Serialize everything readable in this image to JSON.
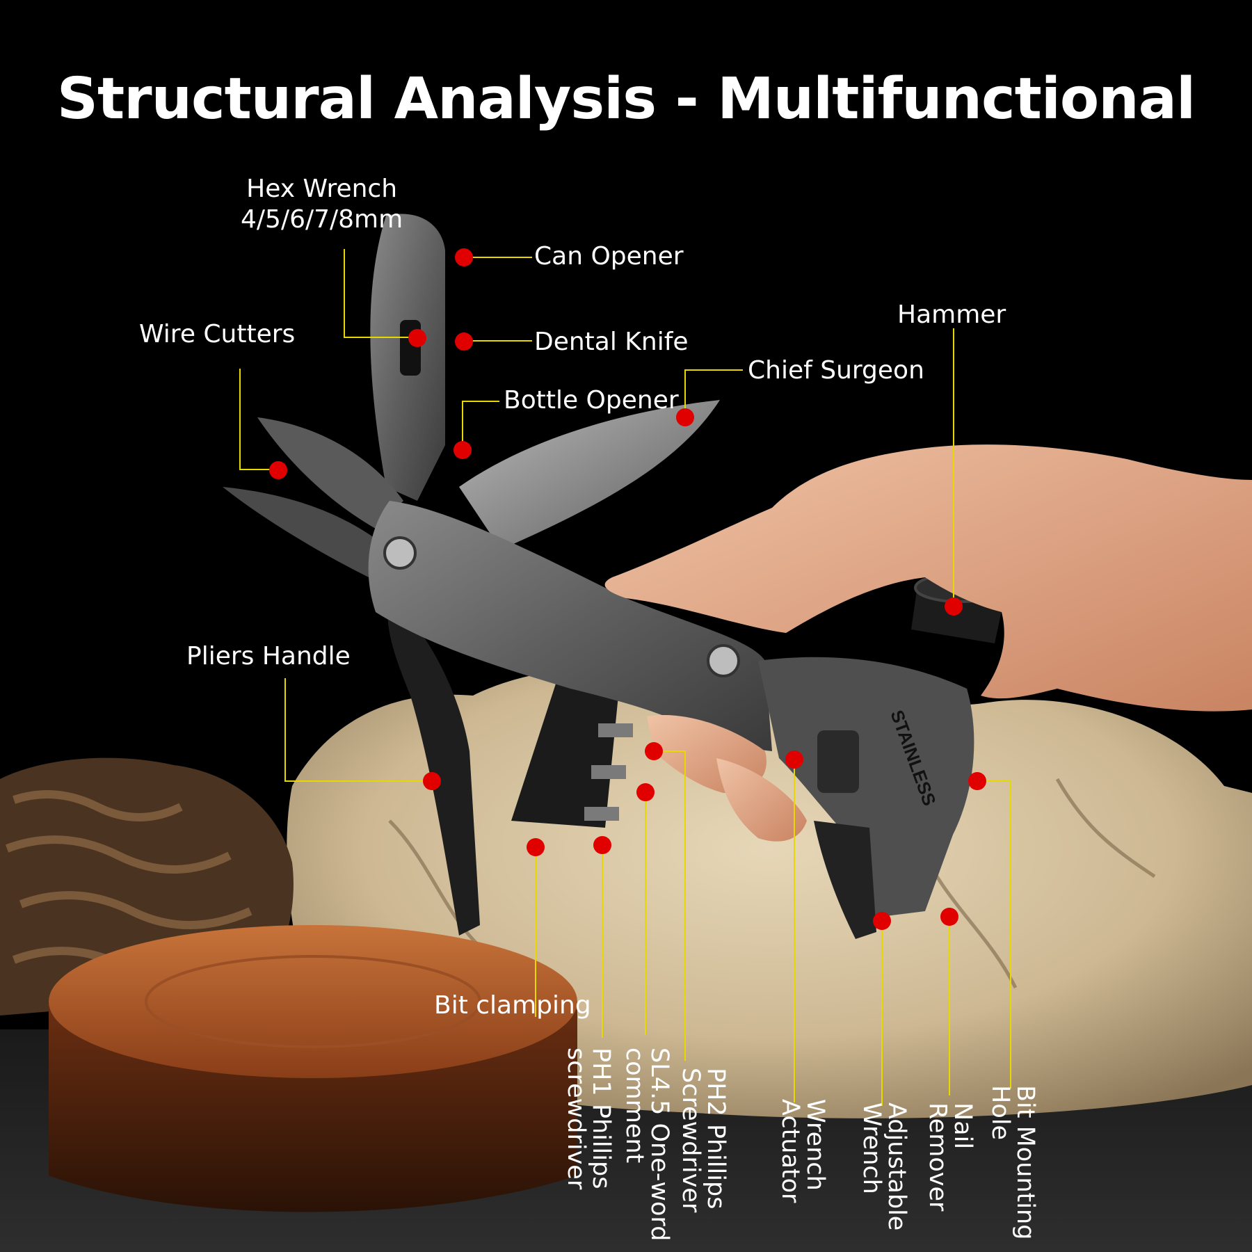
{
  "title": "Structural Analysis - Multifunctional",
  "accent_color": "#e00000",
  "leader_color": "#e8d800",
  "labels": {
    "hex_wrench": [
      "Hex Wrench",
      "4/5/6/7/8mm"
    ],
    "can_opener": "Can Opener",
    "wire_cutters": "Wire Cutters",
    "dental_knife": "Dental Knife",
    "hammer": "Hammer",
    "chief_surgeon": "Chief Surgeon",
    "bottle_opener": "Bottle Opener",
    "pliers_handle": "Pliers Handle",
    "bit_clamping": "Bit clamping",
    "tool_engraving": "STAINLESS"
  },
  "vertical_labels": {
    "ph1": [
      "PH1 Phillips",
      "screwdriver"
    ],
    "sl45": [
      "SL4.5 One-word",
      "comment"
    ],
    "ph2": [
      "PH2 Phillips",
      "Screwdriver"
    ],
    "wrench_actuator": [
      "Wrench",
      "Actuator"
    ],
    "adjustable_wrench": [
      "Adjustable",
      "Wrench"
    ],
    "nail_remover": [
      "Nail",
      "Remover"
    ],
    "bit_mounting_hole": [
      "Bit Mounting",
      "Hole"
    ]
  }
}
